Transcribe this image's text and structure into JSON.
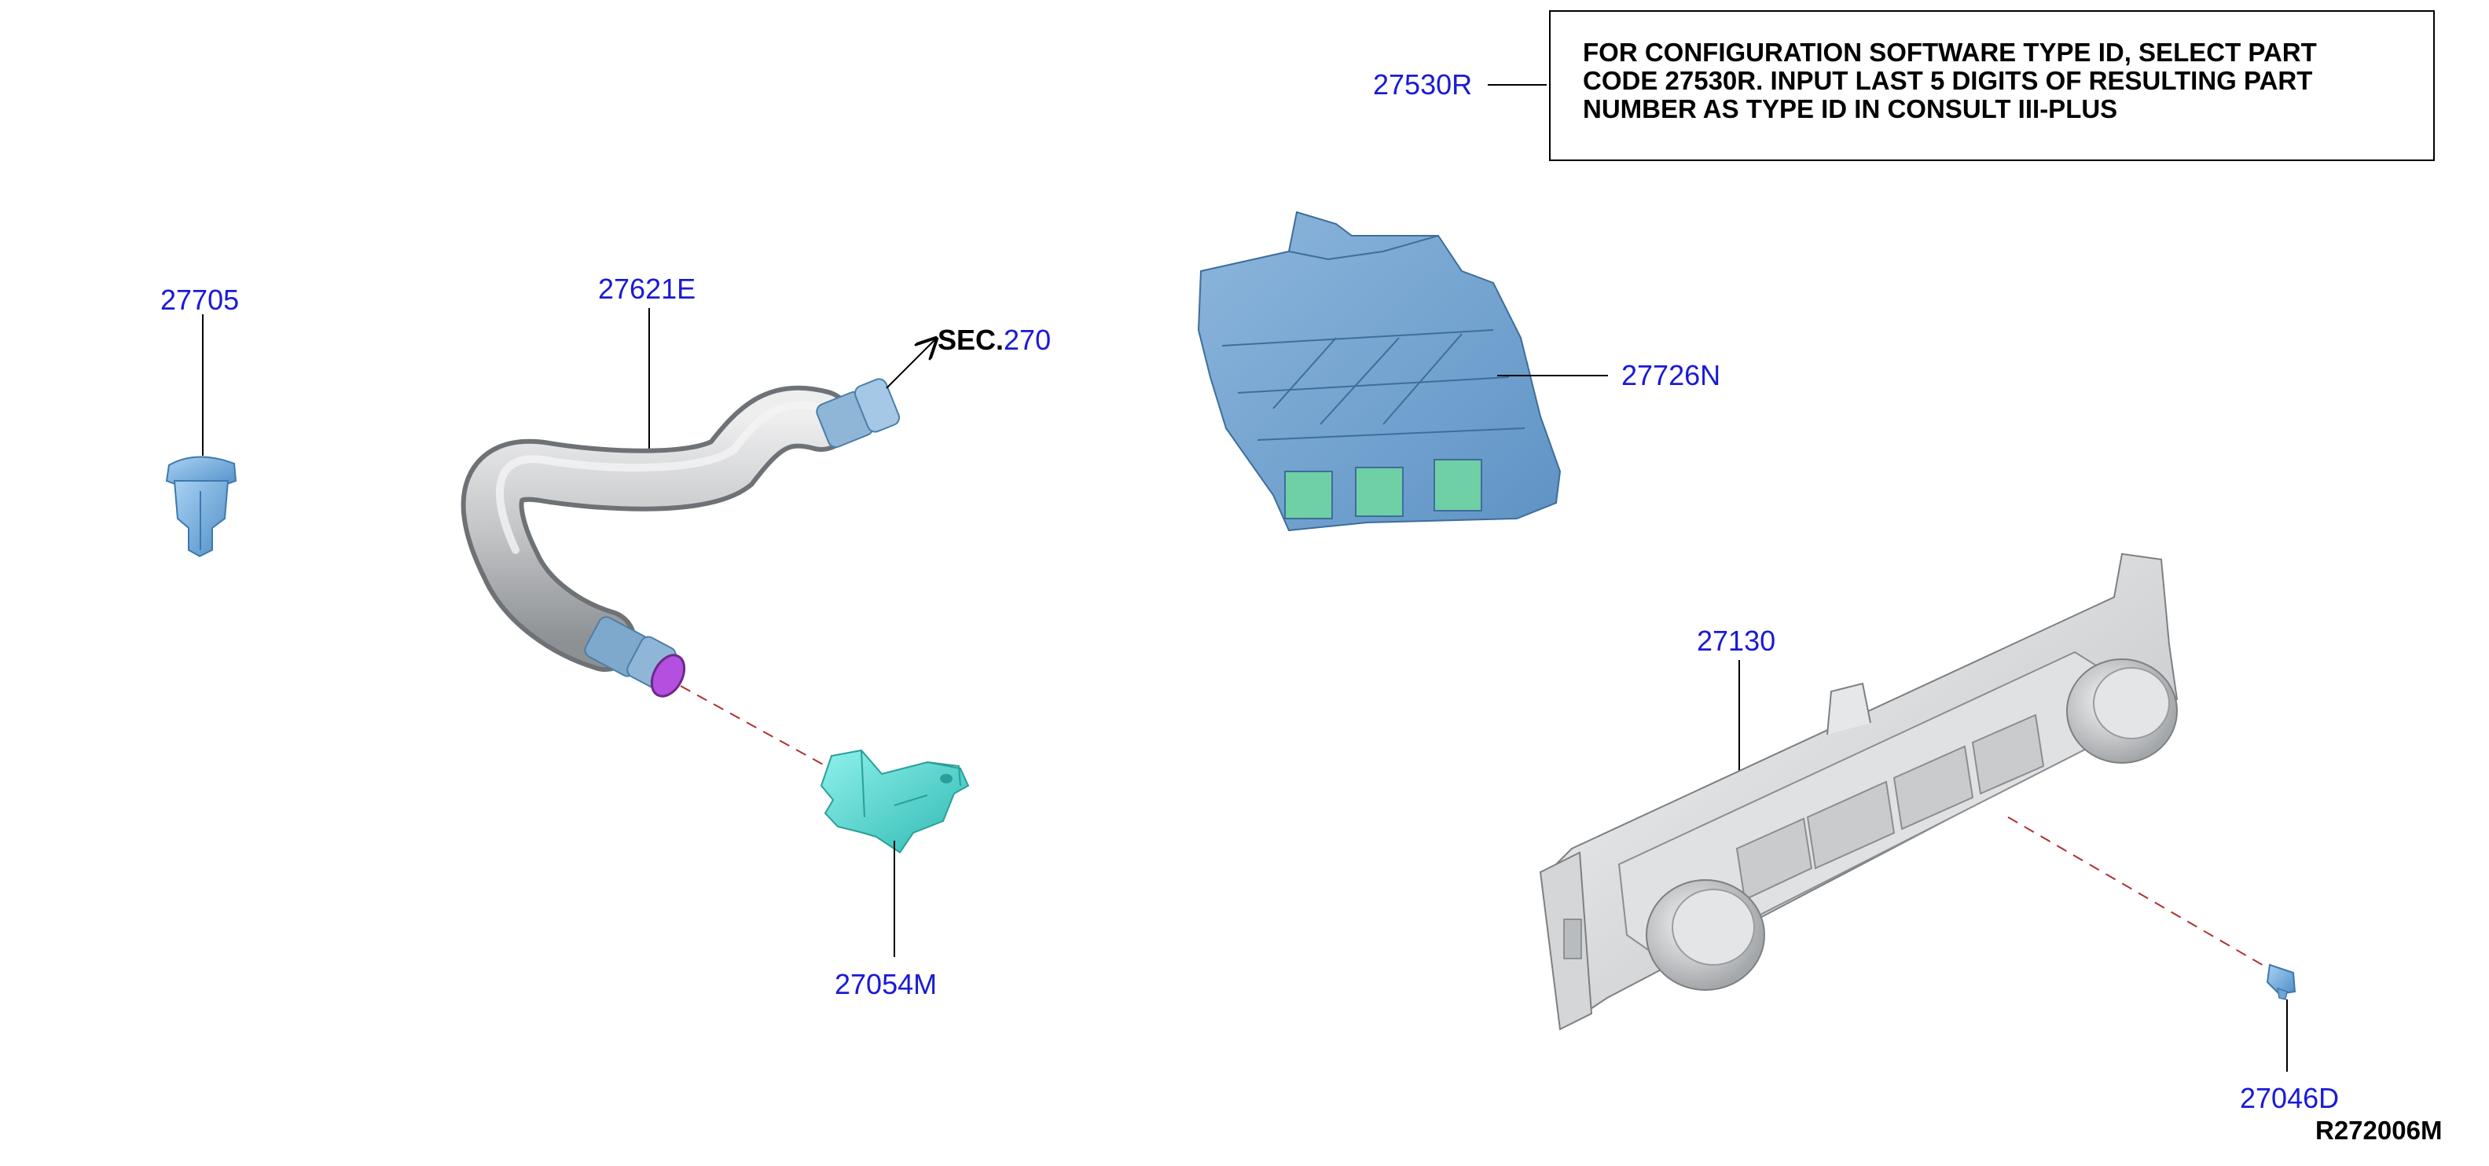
{
  "colors": {
    "callout": "#1a1ad6",
    "leader": "#000000",
    "dashed_line": "#b03030",
    "blue_part": "#7fb4e0",
    "teal_part": "#4fd6d0",
    "gray_part": "#c8cacc",
    "magenta_accent": "#b44fe0"
  },
  "note": {
    "lines": [
      "FOR CONFIGURATION SOFTWARE TYPE ID, SELECT PART",
      "CODE 27530R. INPUT LAST 5 DIGITS OF RESULTING PART",
      "NUMBER AS TYPE ID IN CONSULT III-PLUS"
    ]
  },
  "callouts": {
    "c27530R": "27530R",
    "c27705": "27705",
    "c27621E": "27621E",
    "c27726N": "27726N",
    "c27130": "27130",
    "c27054M": "27054M",
    "c27046D": "27046D"
  },
  "section_ref": {
    "prefix": "SEC.",
    "number": "270"
  },
  "diagram_id": "R272006M",
  "parts": [
    {
      "name": "clip",
      "part_no": "27705",
      "color": "blue"
    },
    {
      "name": "aspirator-hose",
      "part_no": "27621E",
      "color": "gray"
    },
    {
      "name": "control-module",
      "part_no": "27726N",
      "color": "blue"
    },
    {
      "name": "sensor",
      "part_no": "27054M",
      "color": "teal"
    },
    {
      "name": "ac-control-panel",
      "part_no": "27130",
      "color": "gray"
    },
    {
      "name": "screw",
      "part_no": "27046D",
      "color": "blue"
    }
  ]
}
